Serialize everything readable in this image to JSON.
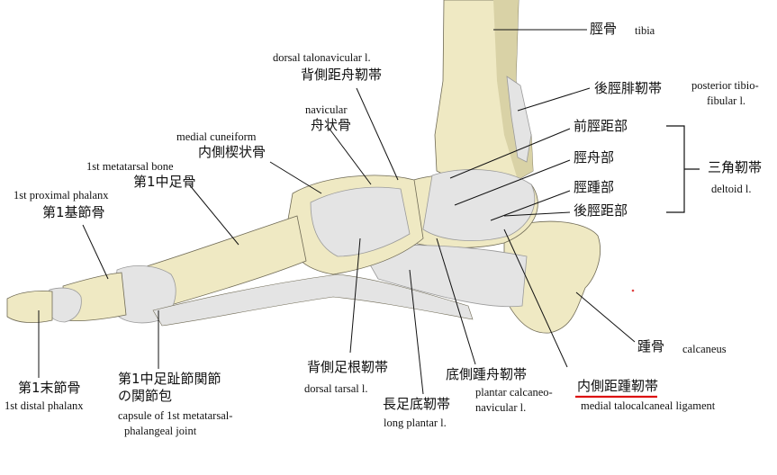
{
  "colors": {
    "bone": "#efe9c3",
    "bone_shade": "#d9d2a6",
    "ligament": "#e4e4e4",
    "ligament_fiber": "#9a9a9a",
    "outline": "#6f6a55",
    "leader": "#111111",
    "highlight_underline": "#dd1111",
    "highlight_mark": "#e04040"
  },
  "labels": {
    "tibia": {
      "jp": "脛骨",
      "en": "tibia"
    },
    "posterior_tibiofibular": {
      "jp": "後脛腓靭帯",
      "en1": "posterior tibio-",
      "en2": "fibular l."
    },
    "anterior_tibiotalar": {
      "jp": "前脛距部"
    },
    "tibionavicular": {
      "jp": "脛舟部"
    },
    "tibiocalcaneal": {
      "jp": "脛踵部"
    },
    "posterior_tibiotalar": {
      "jp": "後脛距部"
    },
    "deltoid": {
      "jp": "三角靭帯",
      "en": "deltoid l."
    },
    "dorsal_talonavicular": {
      "en": "dorsal talonavicular l.",
      "jp": "背側距舟靭帯"
    },
    "navicular": {
      "en": "navicular",
      "jp": "舟状骨"
    },
    "medial_cuneiform": {
      "en": "medial cuneiform",
      "jp": "内側楔状骨"
    },
    "first_metatarsal": {
      "en": "1st metatarsal bone",
      "jp": "第1中足骨"
    },
    "first_proximal_phalanx": {
      "en": "1st proximal phalanx",
      "jp": "第1基節骨"
    },
    "first_distal_phalanx": {
      "jp": "第1末節骨",
      "en": "1st distal phalanx"
    },
    "capsule": {
      "jp1": "第1中足趾節関節",
      "jp2": "の関節包",
      "en1": "capsule of 1st metatarsal-",
      "en2": "phalangeal joint"
    },
    "dorsal_tarsal": {
      "jp": "背側足根靭帯",
      "en": "dorsal tarsal l."
    },
    "long_plantar": {
      "jp": "長足底靭帯",
      "en": "long plantar l."
    },
    "plantar_calcaneonavicular": {
      "jp": "底側踵舟靭帯",
      "en1": "plantar calcaneo-",
      "en2": "navicular l."
    },
    "medial_talocalcaneal": {
      "jp": "内側距踵靭帯",
      "en": "medial talocalcaneal ligament"
    },
    "calcaneus": {
      "jp": "踵骨",
      "en": "calcaneus"
    }
  }
}
